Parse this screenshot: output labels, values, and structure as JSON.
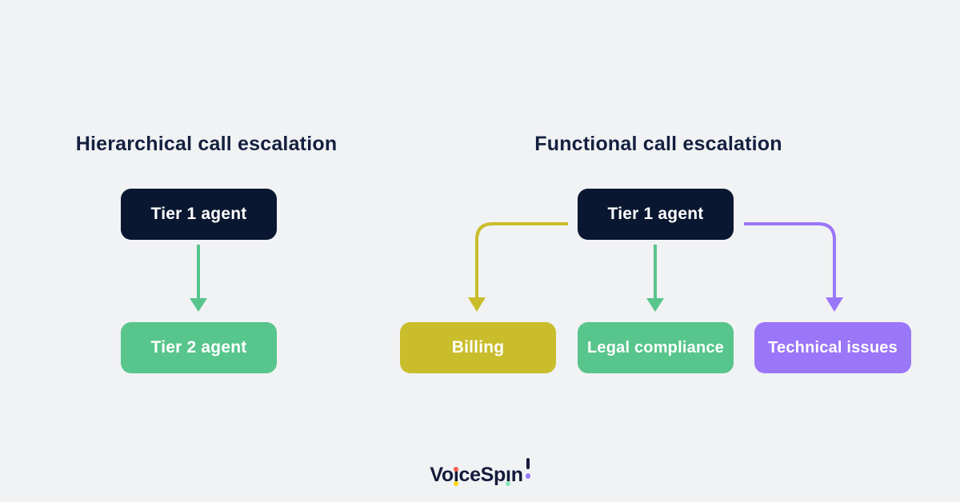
{
  "colors": {
    "background": "#f1f2f4",
    "navy_box": "#0a1731",
    "title_text": "#14203f",
    "green": "#57c58c",
    "yellow": "#c9bd2b",
    "purple": "#9a76f8",
    "box_text": "#ffffff",
    "logo_text": "#141b3a",
    "logo_dot_red": "#ee5f4c",
    "logo_dot_yellow": "#ffd900",
    "logo_dot_mint": "#84e8b4",
    "logo_dot_purple": "#9b7bfa"
  },
  "left_panel": {
    "title": "Hierarchical call escalation",
    "nodes": [
      {
        "id": "tier1",
        "label": "Tier 1 agent",
        "color": "navy"
      },
      {
        "id": "tier2",
        "label": "Tier 2 agent",
        "color": "green"
      }
    ],
    "edges": [
      {
        "from": "tier1",
        "to": "tier2",
        "color": "green",
        "shape": "straight-down"
      }
    ]
  },
  "right_panel": {
    "title": "Functional call escalation",
    "nodes": [
      {
        "id": "tier1",
        "label": "Tier 1 agent",
        "color": "navy"
      },
      {
        "id": "billing",
        "label": "Billing",
        "color": "yellow"
      },
      {
        "id": "legal",
        "label": "Legal compliance",
        "color": "green"
      },
      {
        "id": "technical",
        "label": "Technical issues",
        "color": "purple"
      }
    ],
    "edges": [
      {
        "from": "tier1",
        "to": "billing",
        "color": "yellow",
        "shape": "elbow-left-down"
      },
      {
        "from": "tier1",
        "to": "legal",
        "color": "green",
        "shape": "straight-down"
      },
      {
        "from": "tier1",
        "to": "technical",
        "color": "purple",
        "shape": "elbow-right-down"
      }
    ]
  },
  "logo": {
    "name": "VoiceSpin!",
    "part1": "Vo",
    "i1": "ı",
    "part2": "ceSp",
    "i2": "ı",
    "part3": "n"
  }
}
